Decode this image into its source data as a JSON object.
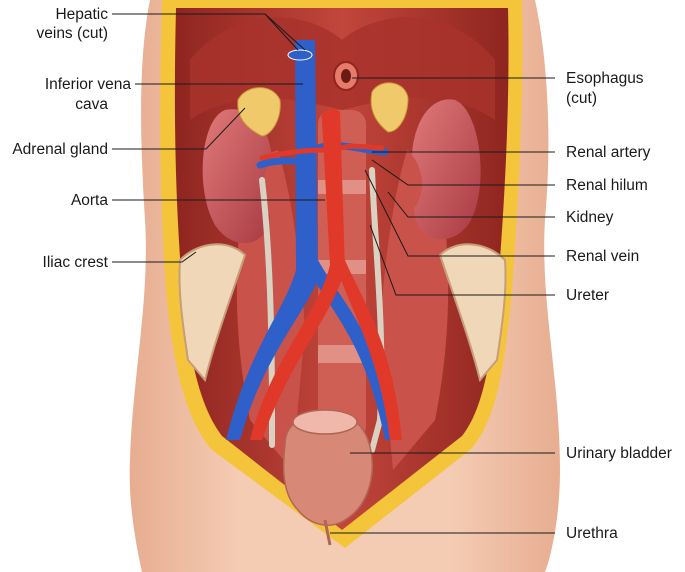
{
  "labels": {
    "hepatic_veins_1": "Hepatic",
    "hepatic_veins_2": "veins (cut)",
    "ivc_1": "Inferior vena",
    "ivc_2": "cava",
    "adrenal": "Adrenal gland",
    "aorta": "Aorta",
    "iliac": "Iliac crest",
    "esophagus_1": "Esophagus",
    "esophagus_2": "(cut)",
    "renal_artery": "Renal artery",
    "renal_hilum": "Renal hilum",
    "kidney": "Kidney",
    "renal_vein": "Renal vein",
    "ureter": "Ureter",
    "bladder": "Urinary bladder",
    "urethra": "Urethra"
  },
  "colors": {
    "skin": "#f2c4aa",
    "skin_shadow": "#e3a98c",
    "fat": "#f4c53a",
    "muscle": "#b83a32",
    "muscle_light": "#d9665a",
    "vein": "#2f5fc9",
    "artery": "#e0392a",
    "kidney": "#c9555a",
    "adrenal": "#f0c96a",
    "ureter": "#d9d2c2",
    "bladder": "#d88877"
  }
}
